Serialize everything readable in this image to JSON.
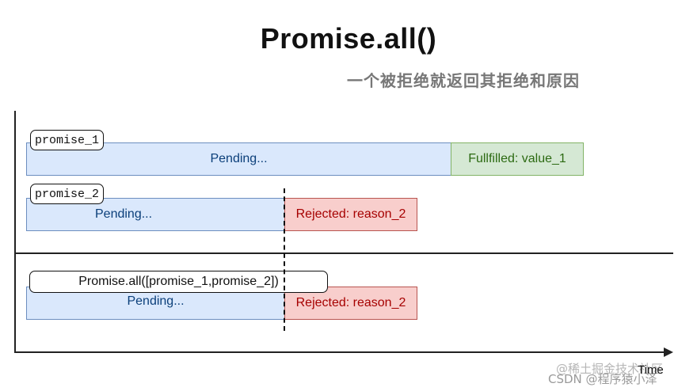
{
  "title": "Promise.all()",
  "subtitle": "一个被拒绝就返回其拒绝和原因",
  "rows": [
    {
      "label": "promise_1",
      "segments": [
        {
          "state": "pending",
          "text": "Pending..."
        },
        {
          "state": "fulfilled",
          "text": "Fullfilled: value_1"
        }
      ]
    },
    {
      "label": "promise_2",
      "segments": [
        {
          "state": "pending",
          "text": "Pending..."
        },
        {
          "state": "rejected",
          "text": "Rejected: reason_2"
        }
      ]
    }
  ],
  "combined": {
    "label": "Promise.all([promise_1,promise_2])",
    "segments": [
      {
        "state": "pending",
        "text": "Pending..."
      },
      {
        "state": "rejected",
        "text": "Rejected: reason_2"
      }
    ]
  },
  "axis": {
    "time_label": "Time"
  },
  "watermark": {
    "line1": "@稀土掘金技术社区",
    "line2": "CSDN @程序猿小泽"
  },
  "colors": {
    "pending_fill": "#dae8fc",
    "fulfilled_fill": "#d5e8d4",
    "rejected_fill": "#f8cecc"
  }
}
